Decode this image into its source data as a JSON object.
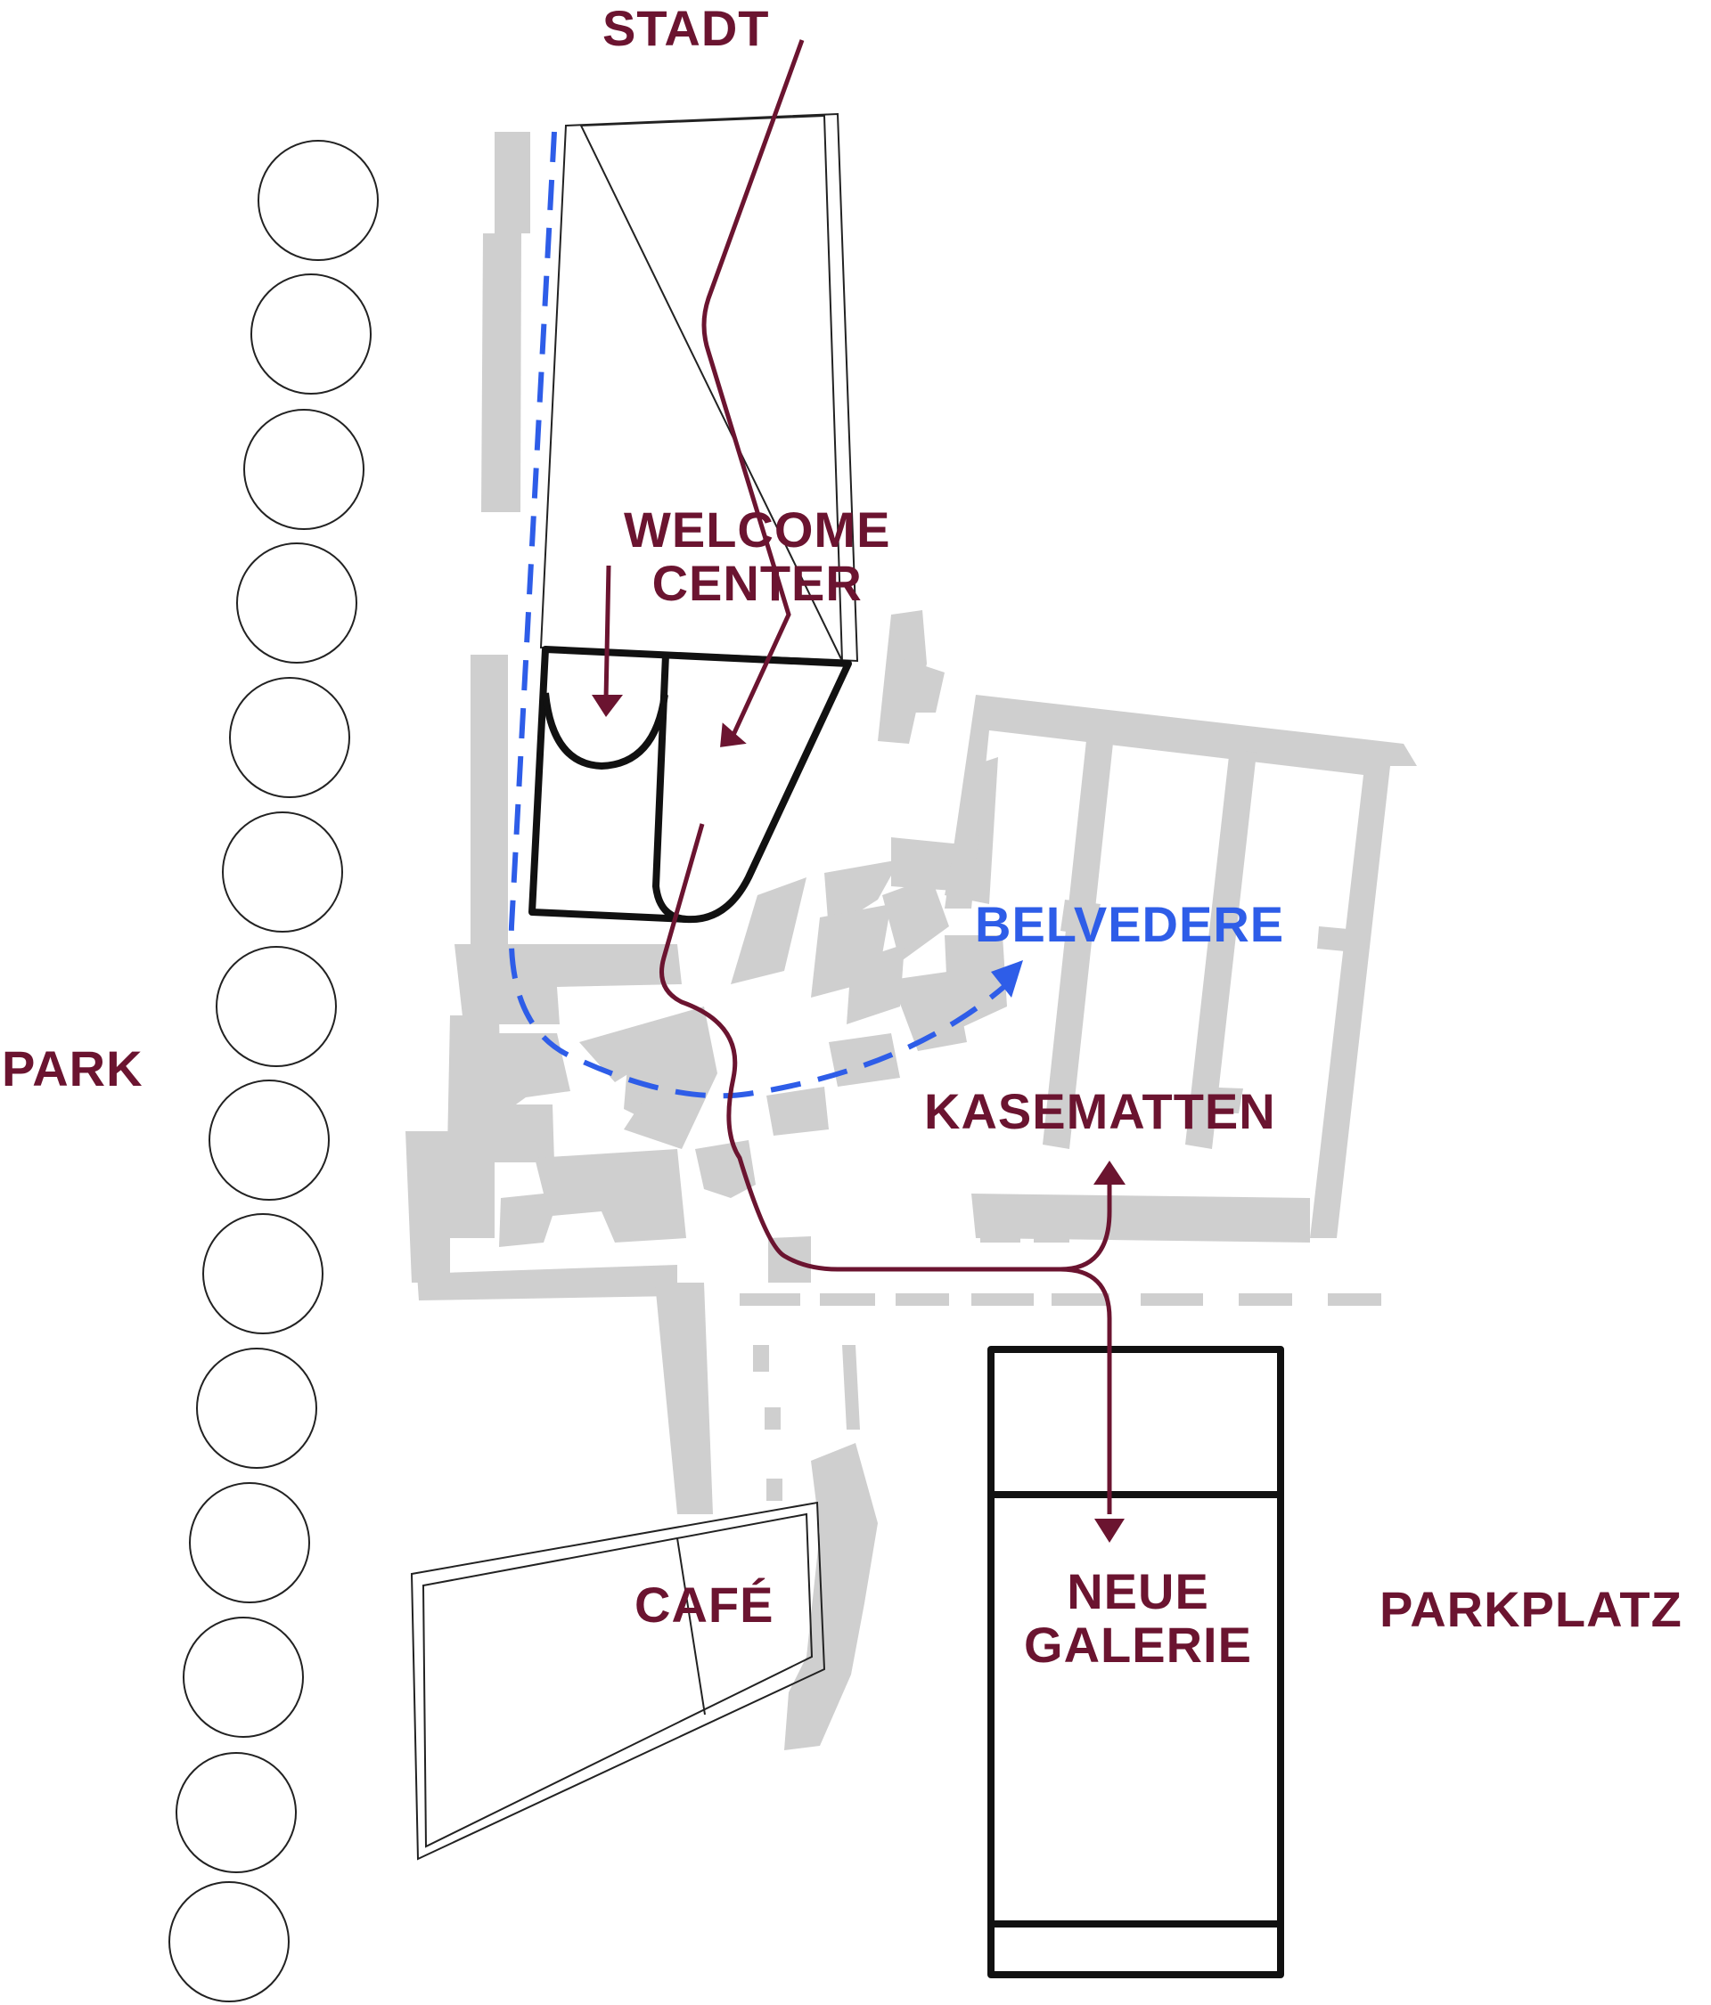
{
  "labels": {
    "stadt": "STADT",
    "welcome_center": [
      "WELCOME",
      "CENTER"
    ],
    "park": "PARK",
    "belvedere": "BELVEDERE",
    "kasematten": "KASEMATTEN",
    "cafe": "CAFÉ",
    "neue_galerie": [
      "NEUE",
      "GALERIE"
    ],
    "parkplatz": "PARKPLATZ"
  },
  "colors": {
    "route": "#6b1430",
    "belvedere_route": "#2e5de8",
    "existing_buildings": "#cfcfcf",
    "new_buildings": "#111111"
  },
  "trees": {
    "count": 14
  }
}
